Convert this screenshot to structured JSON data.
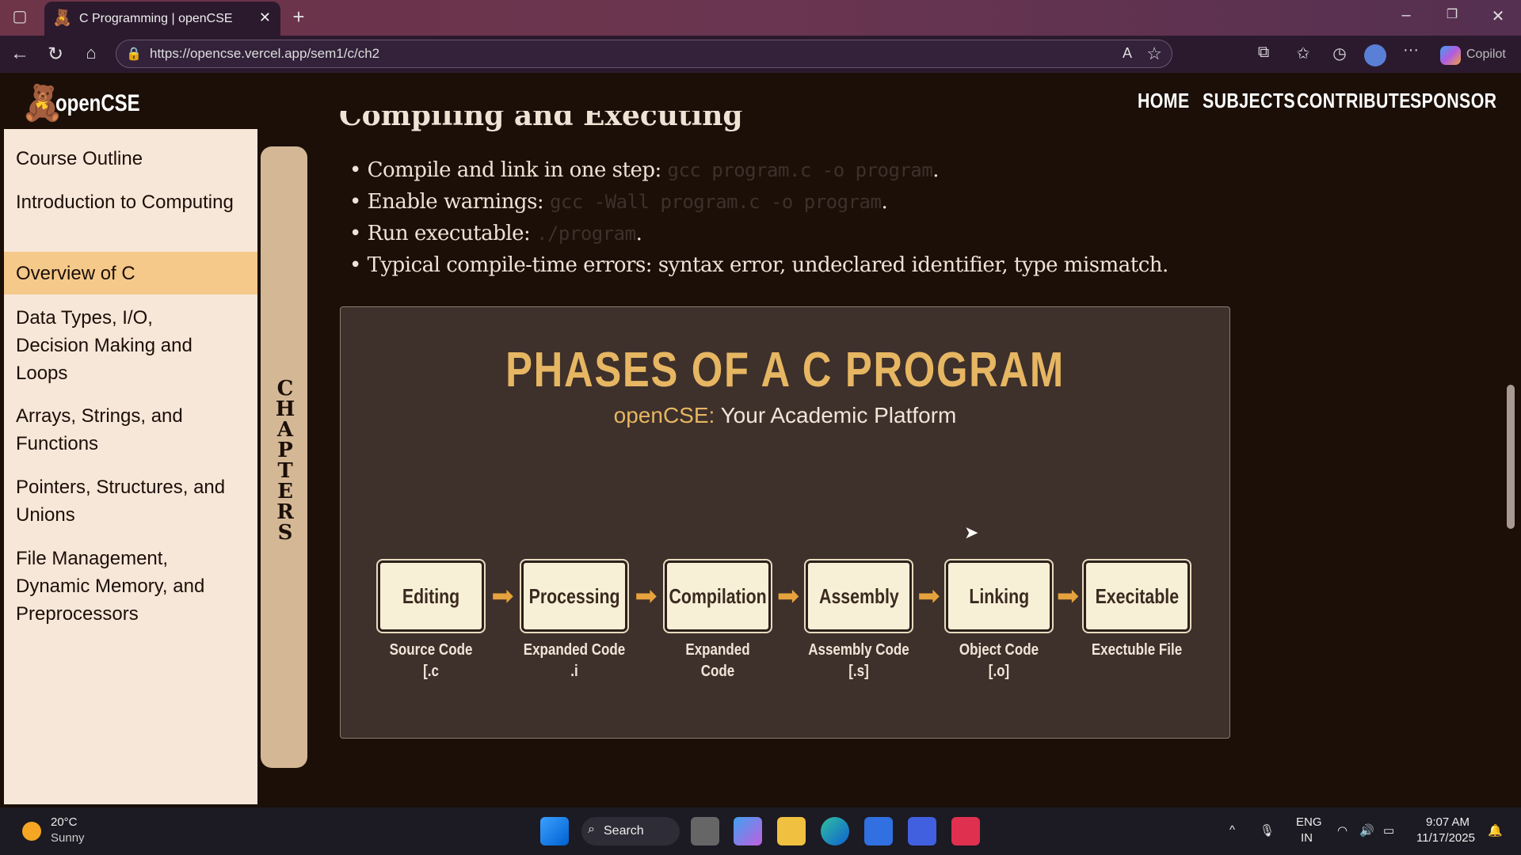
{
  "browser": {
    "tab_title": "C Programming | openCSE",
    "url": "https://opencse.vercel.app/sem1/c/ch2",
    "copilot": "Copilot"
  },
  "site": {
    "logo": "openCSE",
    "nav": [
      "HOME",
      "SUBJECTS",
      "CONTRIBUTE",
      "SPONSOR"
    ]
  },
  "sidebar": {
    "items": [
      "Course Outline",
      "Introduction to Computing",
      "Overview of C",
      "Data Types, I/O, Decision Making and Loops",
      "Arrays, Strings, and Functions",
      "Pointers, Structures, and Unions",
      "File Management, Dynamic Memory, and Preprocessors"
    ],
    "active": "Overview of C",
    "chapters_tab": "CHAPTERS"
  },
  "content": {
    "heading": "Compiling and Executing",
    "bullets": [
      {
        "text": "Compile and link in one step: ",
        "code": "gcc program.c -o program",
        "end": "."
      },
      {
        "text": "Enable warnings: ",
        "code": "gcc -Wall program.c -o program",
        "end": "."
      },
      {
        "text": "Run executable: ",
        "code": "./program",
        "end": "."
      },
      {
        "text": "Typical compile-time errors: syntax error, undeclared identifier, type mismatch.",
        "code": "",
        "end": ""
      }
    ],
    "figure": {
      "title": "PHASES OF A C PROGRAM",
      "sub_brand": "openCSE:",
      "sub_text": " Your Academic Platform",
      "phases": [
        {
          "name": "Editing",
          "l1": "Source Code",
          "l2": "[.c"
        },
        {
          "name": "Processing",
          "l1": "Expanded Code",
          "l2": ".i"
        },
        {
          "name": "Compilation",
          "l1": "Expanded",
          "l2": "Code"
        },
        {
          "name": "Assembly",
          "l1": "Assembly Code",
          "l2": "[.s]"
        },
        {
          "name": "Linking",
          "l1": "Object Code",
          "l2": "[.o]"
        },
        {
          "name": "Execitable",
          "l1": "Exectuble File",
          "l2": ""
        }
      ]
    }
  },
  "taskbar": {
    "temp": "20°C",
    "weather": "Sunny",
    "search": "Search",
    "lang1": "ENG",
    "lang2": "IN",
    "time": "9:07 AM",
    "date": "11/17/2025"
  }
}
